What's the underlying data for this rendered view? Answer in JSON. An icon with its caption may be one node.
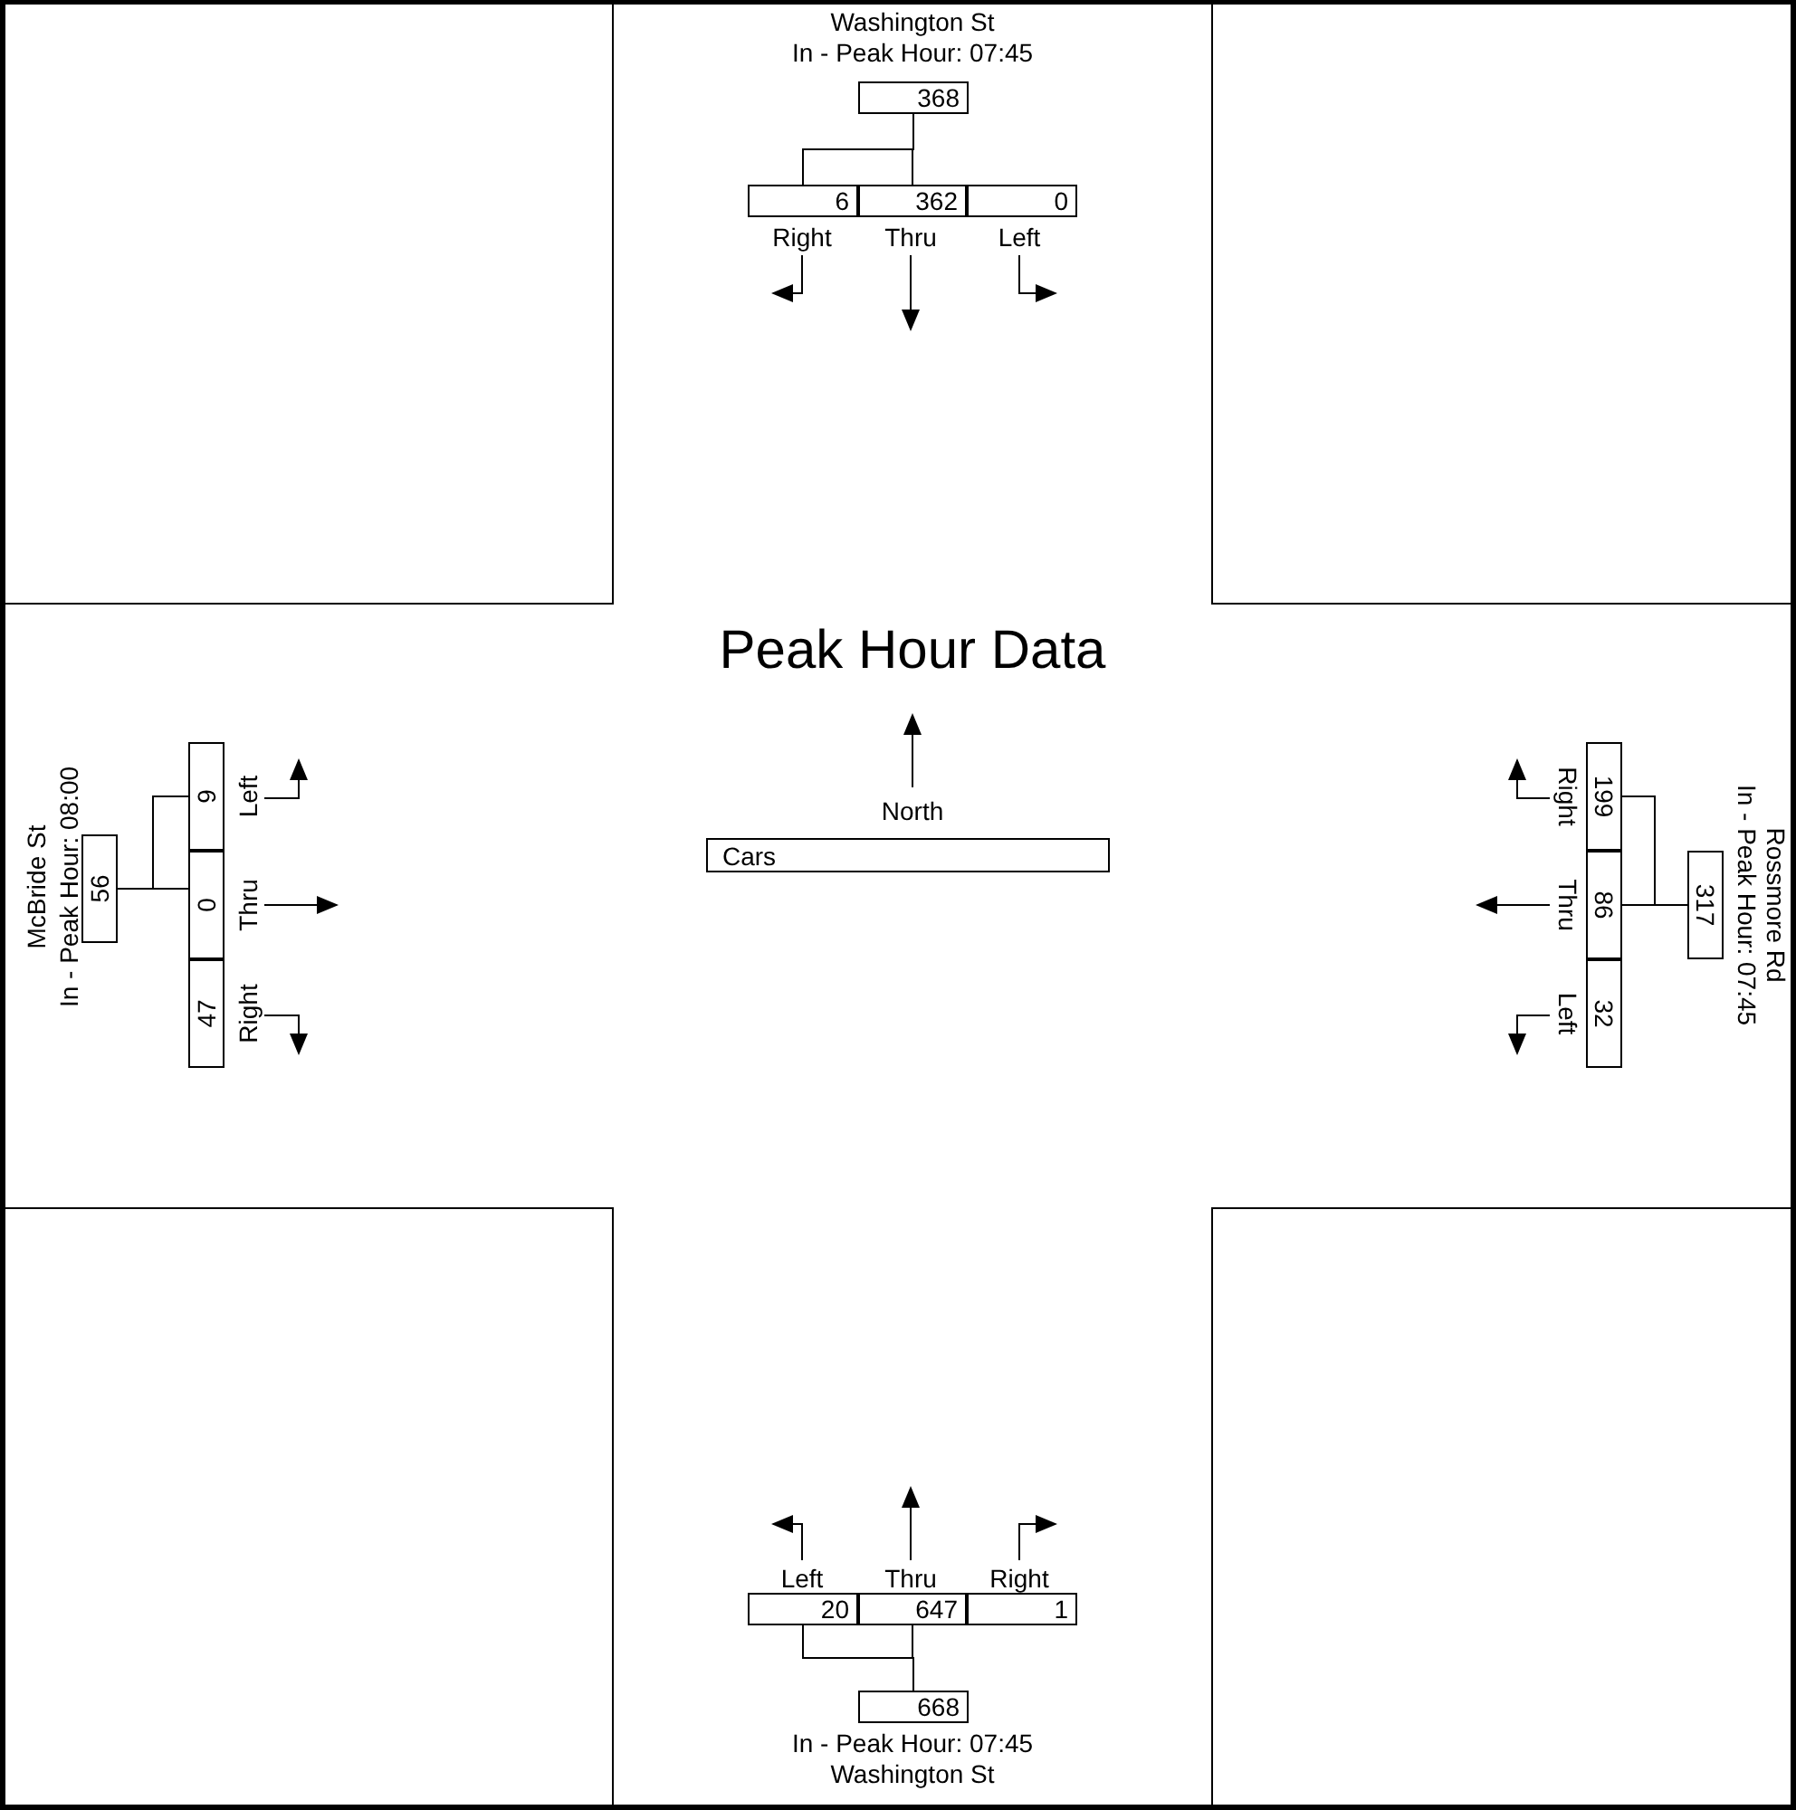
{
  "diagram": {
    "title": "Peak Hour Data",
    "nodes": [
      {
        "text": [
          "368"
        ],
        "beside": [
          "Washington St",
          "In - Peak Hour: 07:45"
        ]
      },
      {
        "text": [
          "6"
        ]
      },
      {
        "text": [
          "362"
        ]
      },
      {
        "text": [
          "0"
        ]
      },
      {
        "text": [
          "56"
        ],
        "beside": [
          "McBride St",
          "In - Peak Hour: 08:00"
        ]
      },
      {
        "text": [
          "9"
        ]
      },
      {
        "text": [
          "0"
        ]
      },
      {
        "text": [
          "47"
        ]
      },
      {
        "text": [
          "Cars"
        ]
      },
      {
        "text": [
          "317"
        ],
        "beside": [
          "Rossmore Rd",
          "In - Peak Hour: 07:45"
        ]
      },
      {
        "text": [
          "199"
        ]
      },
      {
        "text": [
          "86"
        ]
      },
      {
        "text": [
          "32"
        ]
      },
      {
        "text": [
          "668"
        ],
        "beside": [
          "In - Peak Hour: 07:45",
          "Washington St"
        ]
      },
      {
        "text": [
          "20"
        ]
      },
      {
        "text": [
          "647"
        ]
      },
      {
        "text": [
          "1"
        ]
      }
    ],
    "edges": [
      {
        "from": 0,
        "to": 1,
        "arrow": "none"
      },
      {
        "from": 0,
        "to": 2,
        "arrow": "none"
      },
      {
        "from": 4,
        "to": 5,
        "arrow": "none"
      },
      {
        "from": 4,
        "to": 6,
        "arrow": "none"
      },
      {
        "from": 9,
        "to": 10,
        "arrow": "none"
      },
      {
        "from": 9,
        "to": 11,
        "arrow": "none"
      },
      {
        "from": 13,
        "to": 14,
        "arrow": "none"
      },
      {
        "from": 13,
        "to": 15,
        "arrow": "none"
      }
    ],
    "labels": [
      "Right",
      "Thru",
      "Left",
      "Left",
      "Thru",
      "Right",
      "North",
      "Right",
      "Thru",
      "Left",
      "Left",
      "Thru",
      "Right"
    ]
  }
}
